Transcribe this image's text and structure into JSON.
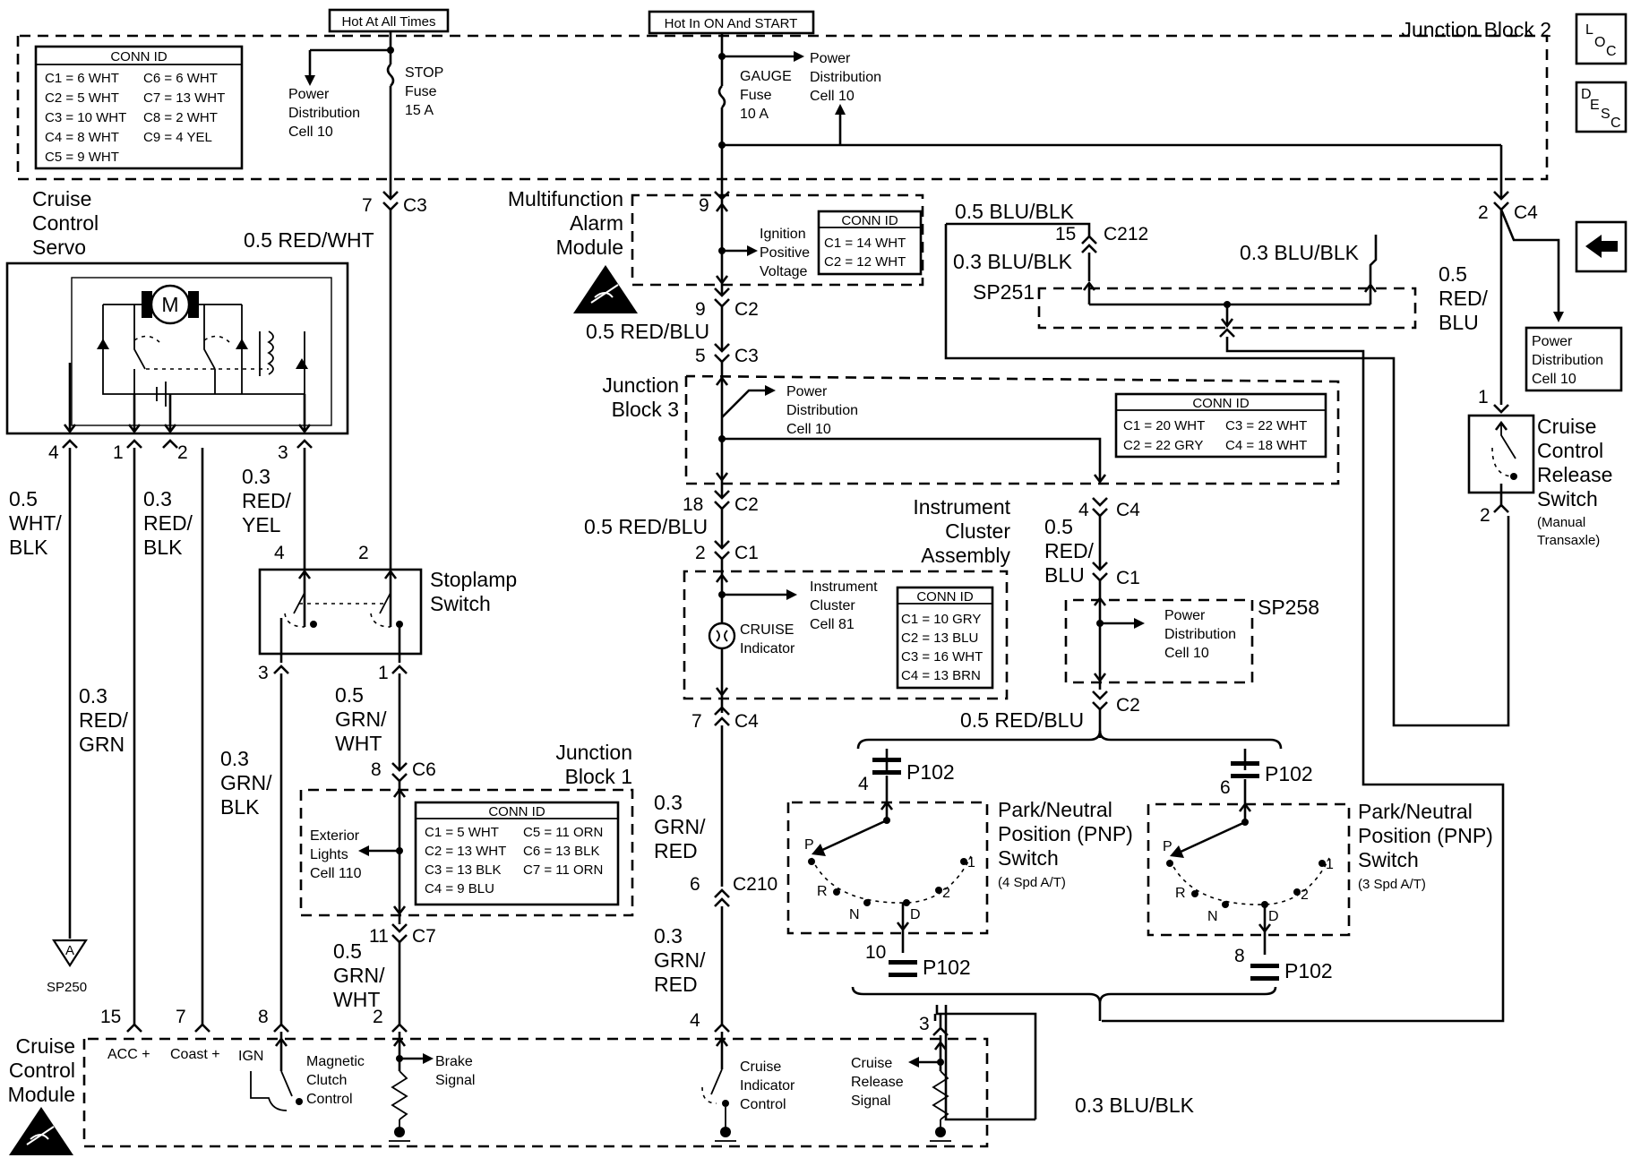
{
  "header": {
    "hot_always": "Hot At All Times",
    "hot_on_start": "Hot In ON And START",
    "jb2_label": "Junction Block 2",
    "loc_label": "L O C",
    "desc_label": "D E S C"
  },
  "jb2": {
    "conn_title": "CONN ID",
    "conn_rows": [
      [
        "C1 = 6 WHT",
        "C6 = 6 WHT"
      ],
      [
        "C2 = 5 WHT",
        "C7 = 13 WHT"
      ],
      [
        "C3 = 10 WHT",
        "C8 = 2 WHT"
      ],
      [
        "C4 = 8 WHT",
        "C9 = 4 YEL"
      ],
      [
        "C5 = 9 WHT",
        ""
      ]
    ],
    "pd_left": [
      "Power",
      "Distribution",
      "Cell 10"
    ],
    "stop_fuse": [
      "STOP",
      "Fuse",
      "15 A"
    ],
    "gauge_fuse": [
      "GAUGE",
      "Fuse",
      "10 A"
    ],
    "pd_right": [
      "Power",
      "Distribution",
      "Cell 10"
    ]
  },
  "connectors": {
    "c3_top_pin": "7",
    "c3_top": "C3",
    "c4_top_pin": "2",
    "c4_top": "C4",
    "mam_pin": "9",
    "c2_mam_pin": "9",
    "c2_mam": "C2",
    "c3_jb3_pin": "5",
    "c3_jb3": "C3",
    "c2_jb3_pin": "18",
    "c2_jb3": "C2",
    "c1_ic_pin": "2",
    "c1_ic": "C1",
    "c4_ic_bottom_pin": "7",
    "c4_ic_bottom": "C4",
    "c4_ic_right_pin": "4",
    "c4_ic_right": "C4",
    "c1_sp258": "C1",
    "c2_sp258": "C2",
    "c212_pin": "15",
    "c212": "C212",
    "c6_pin": "8",
    "c6": "C6",
    "c7_pin": "11",
    "c7": "C7",
    "c210_pin": "6",
    "c210": "C210",
    "servo_pins": [
      "4",
      "1",
      "2",
      "3"
    ],
    "stoplamp_top_pins": [
      "4",
      "2"
    ],
    "stoplamp_bottom_pins": [
      "3",
      "1"
    ],
    "ccm_pins": [
      "15",
      "7",
      "8",
      "2",
      "4",
      "3"
    ],
    "release_pins": [
      "1",
      "2"
    ]
  },
  "wires": {
    "red_wht": "0.5 RED/WHT",
    "red_blu_1": "0.5 RED/BLU",
    "red_blu_2": "0.5 RED/BLU",
    "red_blu_3": "0.5 RED/BLU",
    "red_blu_4": [
      "0.5",
      "RED/",
      "BLU"
    ],
    "red_blu_5": [
      "0.5",
      "RED/",
      "BLU"
    ],
    "blu_blk_1": "0.5 BLU/BLK",
    "blu_blk_2": "0.3 BLU/BLK",
    "blu_blk_3": "0.3 BLU/BLK",
    "blu_blk_4": "0.3 BLU/BLK",
    "wht_blk": [
      "0.5",
      "WHT/",
      "BLK"
    ],
    "red_blk": [
      "0.3",
      "RED/",
      "BLK"
    ],
    "red_yel": [
      "0.3",
      "RED/",
      "YEL"
    ],
    "red_grn": [
      "0.3",
      "RED/",
      "GRN"
    ],
    "grn_blk": [
      "0.3",
      "GRN/",
      "BLK"
    ],
    "grn_wht_1": [
      "0.5",
      "GRN/",
      "WHT"
    ],
    "grn_wht_2": [
      "0.5",
      "GRN/",
      "WHT"
    ],
    "grn_red_1": [
      "0.3",
      "GRN/",
      "RED"
    ],
    "grn_red_2": [
      "0.3",
      "GRN/",
      "RED"
    ]
  },
  "components": {
    "servo": [
      "Cruise",
      "Control",
      "Servo"
    ],
    "motor": "M",
    "mam": [
      "Multifunction",
      "Alarm",
      "Module"
    ],
    "mam_ipv": [
      "Ignition",
      "Positive",
      "Voltage"
    ],
    "mam_conn_title": "CONN ID",
    "mam_conn_rows": [
      "C1 = 14 WHT",
      "C2 = 12 WHT"
    ],
    "sp251": "SP251",
    "jb3": [
      "Junction",
      "Block 3"
    ],
    "jb3_pd": [
      "Power",
      "Distribution",
      "Cell 10"
    ],
    "jb3_conn_title": "CONN ID",
    "jb3_conn_rows": [
      [
        "C1 = 20 WHT",
        "C3 = 22 WHT"
      ],
      [
        "C2 = 22 GRY",
        "C4 = 18 WHT"
      ]
    ],
    "ic": [
      "Instrument",
      "Cluster",
      "Assembly"
    ],
    "ic_cell": [
      "Instrument",
      "Cluster",
      "Cell 81"
    ],
    "cruise_ind": [
      "CRUISE",
      "Indicator"
    ],
    "ic_conn_title": "CONN ID",
    "ic_conn_rows": [
      "C1 = 10 GRY",
      "C2 = 13 BLU",
      "C3 = 16 WHT",
      "C4 = 13 BRN"
    ],
    "sp258": "SP258",
    "sp258_pd": [
      "Power",
      "Distribution",
      "Cell 10"
    ],
    "stoplamp": [
      "Stoplamp",
      "Switch"
    ],
    "jb1": [
      "Junction",
      "Block 1"
    ],
    "jb1_ext": [
      "Exterior",
      "Lights",
      "Cell 110"
    ],
    "jb1_conn_title": "CONN ID",
    "jb1_conn_rows": [
      [
        "C1 = 5 WHT",
        "C5 = 11 ORN"
      ],
      [
        "C2 = 13 WHT",
        "C6 = 13 BLK"
      ],
      [
        "C3 = 13 BLK",
        "C7 = 11 ORN"
      ],
      [
        "C4 = 9 BLU",
        ""
      ]
    ],
    "pnp4": [
      "Park/Neutral",
      "Position (PNP)",
      "Switch",
      "(4 Spd A/T)"
    ],
    "pnp3": [
      "Park/Neutral",
      "Position (PNP)",
      "Switch",
      "(3 Spd A/T)"
    ],
    "p102": "P102",
    "p102_pins": [
      "4",
      "10",
      "6",
      "8"
    ],
    "gear_labels": [
      "P",
      "R",
      "N",
      "D",
      "2",
      "1"
    ],
    "pd_right_box": [
      "Power",
      "Distribution",
      "Cell 10"
    ],
    "release": [
      "Cruise",
      "Control",
      "Release",
      "Switch",
      "(Manual",
      "Transaxle)"
    ],
    "sp250": "SP250",
    "sp250_letter": "A",
    "ccm": [
      "Cruise",
      "Control",
      "Module"
    ],
    "ccm_acc": "ACC +",
    "ccm_coast": "Coast +",
    "ccm_ign": "IGN",
    "ccm_mcc": [
      "Magnetic",
      "Clutch",
      "Control"
    ],
    "ccm_brake": [
      "Brake",
      "Signal"
    ],
    "ccm_cic": [
      "Cruise",
      "Indicator",
      "Control"
    ],
    "ccm_crs": [
      "Cruise",
      "Release",
      "Signal"
    ]
  }
}
